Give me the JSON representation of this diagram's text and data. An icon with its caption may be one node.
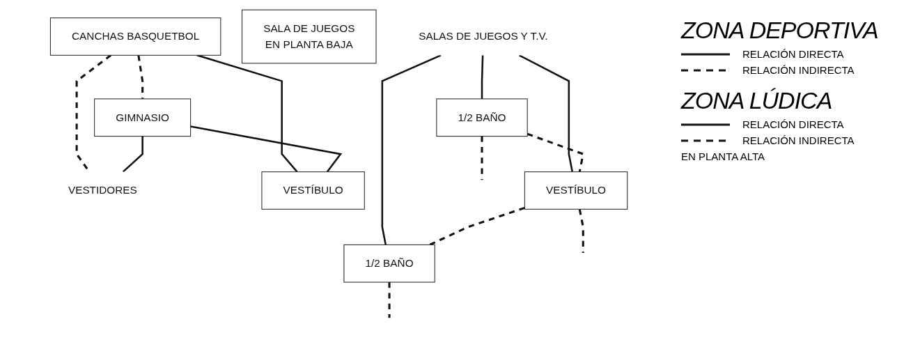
{
  "diagram": {
    "nodes": [
      {
        "text": [
          "CANCHAS BASQUETBOL"
        ]
      },
      {
        "text": [
          "GIMNASIO"
        ]
      },
      {
        "text": [
          "VESTIDORES"
        ]
      },
      {
        "text": [
          "VESTÍBULO"
        ]
      },
      {
        "text": [
          "SALA DE JUEGOS",
          "EN PLANTA BAJA"
        ]
      },
      {
        "text": [
          "SALAS DE JUEGOS Y T.V."
        ]
      },
      {
        "text": [
          "1/2 BAÑO"
        ]
      },
      {
        "text": [
          "VESTÍBULO"
        ]
      },
      {
        "text": [
          "1/2 BAÑO"
        ]
      }
    ],
    "edges": [
      {
        "from": 0,
        "to": 3,
        "arrow": "none"
      },
      {
        "from": 0,
        "to": 1,
        "arrow": "none",
        "style": "dashed"
      },
      {
        "from": 0,
        "to": 2,
        "arrow": "none",
        "style": "dashed"
      },
      {
        "from": 1,
        "to": 2,
        "arrow": "none"
      },
      {
        "from": 1,
        "to": 3,
        "arrow": "none"
      },
      {
        "from": 5,
        "to": 6,
        "arrow": "none"
      },
      {
        "from": 5,
        "to": 7,
        "arrow": "none"
      },
      {
        "from": 5,
        "to": 8,
        "arrow": "none"
      },
      {
        "from": 6,
        "to": 7,
        "arrow": "none",
        "style": "dashed"
      },
      {
        "from": 7,
        "to": 8,
        "arrow": "none",
        "style": "dashed"
      },
      {
        "from": 6,
        "to": null,
        "arrow": "none",
        "style": "dashed"
      },
      {
        "from": 7,
        "to": null,
        "arrow": "none",
        "style": "dashed"
      },
      {
        "from": 8,
        "to": null,
        "arrow": "none",
        "style": "dashed"
      }
    ],
    "labels": [
      "ZONA DEPORTIVA",
      "ZONA LÚDICA",
      "EN PLANTA ALTA"
    ],
    "legend": [
      {
        "text": "RELACIÓN DIRECTA"
      },
      {
        "text": "RELACIÓN INDIRECTA"
      },
      {
        "text": "RELACIÓN DIRECTA"
      },
      {
        "text": "RELACIÓN INDIRECTA"
      }
    ]
  }
}
